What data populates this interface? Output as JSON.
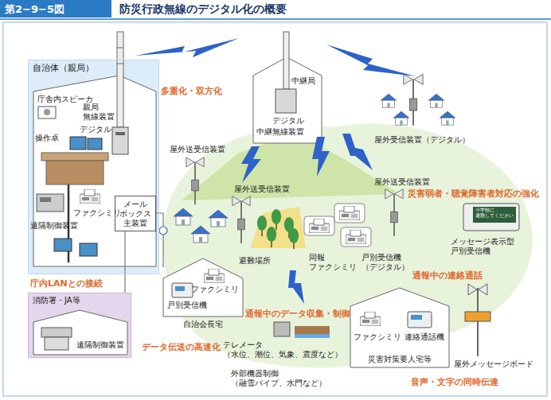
{
  "diagram": {
    "title": "防災行政無線のデジタル化の概要",
    "nodes": [
      {
        "text": [
          "自治体（親局）"
        ]
      },
      {
        "text": [
          "メール ボックス 主装置"
        ],
        "in": 0
      },
      {
        "text": [
          "消防署・JA等"
        ]
      }
    ],
    "edges": [
      {
        "from": 2,
        "to": 1,
        "arrow": "none"
      }
    ],
    "labels": [
      "第2−9−5図",
      "庁舎内スピーカ",
      "親局 無線装置",
      "デジタル",
      "操作卓",
      "ファクシミリ",
      "遠隔制御装置",
      "庁内LANとの接続",
      "遠隔制御装置",
      "多重化・双方化",
      "中継局",
      "デジタル",
      "中継無線装置",
      "屋外受信装置（デジタル）",
      "屋外送受信装置",
      "屋外送受信装置",
      "屋外送受信装置",
      "災害弱者・聴覚障害者対応の強化",
      "避難場所",
      "同報 ファクシミリ",
      "戸別受信機 （デジタル）",
      "小学校に 避難してください",
      "メッセージ表示型 戸別受信機",
      "通報中の連絡通話",
      "戸別受信機",
      "ファクシミリ",
      "自治会長宅",
      "通報中のデータ収集・制御",
      "データ伝送の高速化",
      "テレメータ （水位、潮位、気象、震度など）",
      "外部機器制御 （融雪パイプ、水門など）",
      "ファクシミリ",
      "連絡通話機",
      "災害対策要人宅等",
      "屋外メッセージボード",
      "音声・文字の同時伝達"
    ]
  }
}
